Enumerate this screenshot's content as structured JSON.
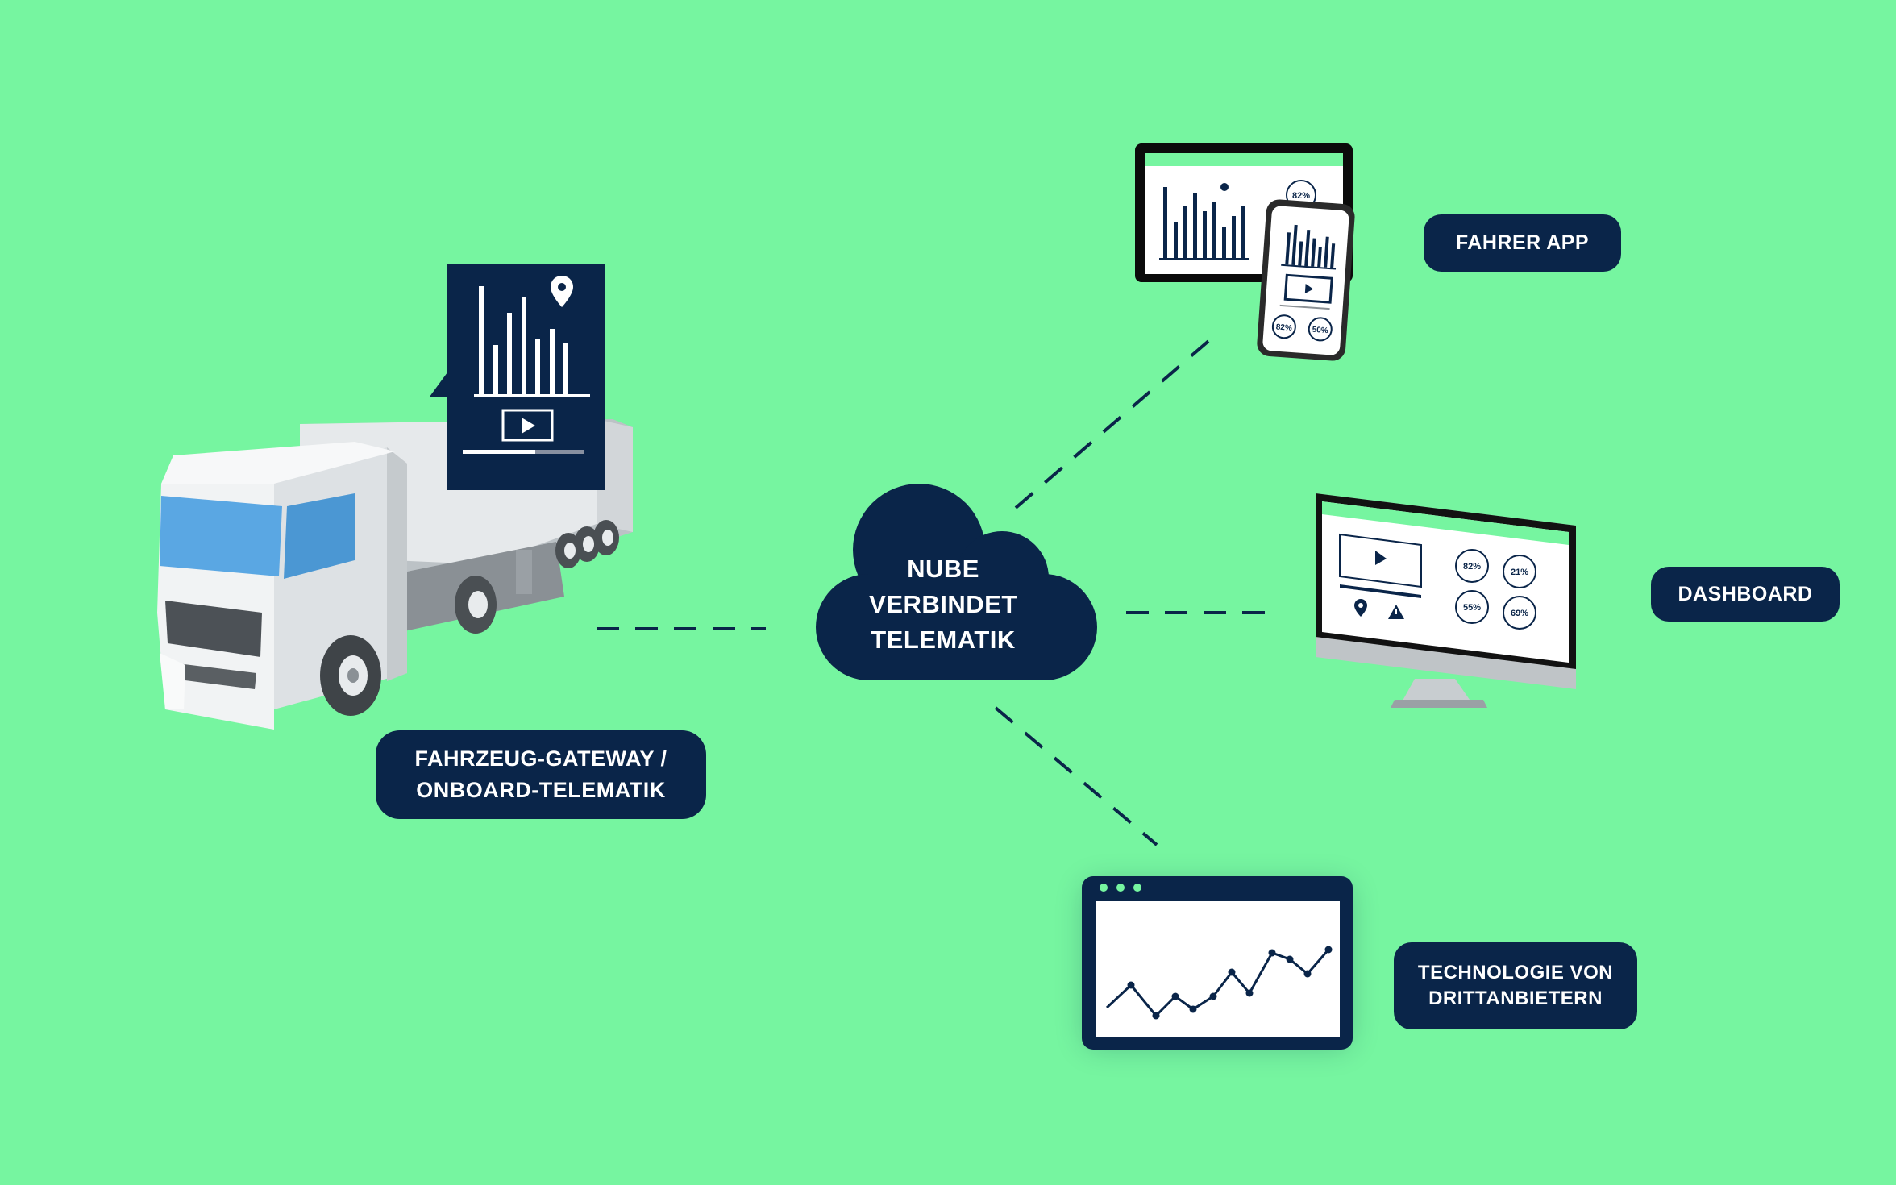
{
  "colors": {
    "background": "#76f5a0",
    "navy": "#0a2549",
    "truck_body": "#e9edf0",
    "windshield": "#5aa7e3",
    "screen_white": "#ffffff"
  },
  "cloud": {
    "lines": [
      "NUBE",
      "VERBINDET",
      "TELEMATIK"
    ]
  },
  "labels": {
    "vehicle_line1": "FAHRZEUG-GATEWAY /",
    "vehicle_line2": "ONBOARD-TELEMATIK",
    "driver_app": "FAHRER APP",
    "dashboard": "DASHBOARD",
    "third_party_line1": "TECHNOLOGIE VON",
    "third_party_line2": "DRITTANBIETERN"
  },
  "gauges": {
    "tablet": "82%",
    "phone_left": "82%",
    "phone_right": "50%",
    "monitor": [
      "82%",
      "21%",
      "55%",
      "69%"
    ]
  },
  "icons": [
    "truck-icon",
    "cloud-icon",
    "tablet-icon",
    "phone-icon",
    "monitor-icon",
    "browser-window-icon",
    "location-pin-icon",
    "play-icon",
    "warning-icon",
    "bar-chart-icon",
    "line-chart-icon"
  ]
}
